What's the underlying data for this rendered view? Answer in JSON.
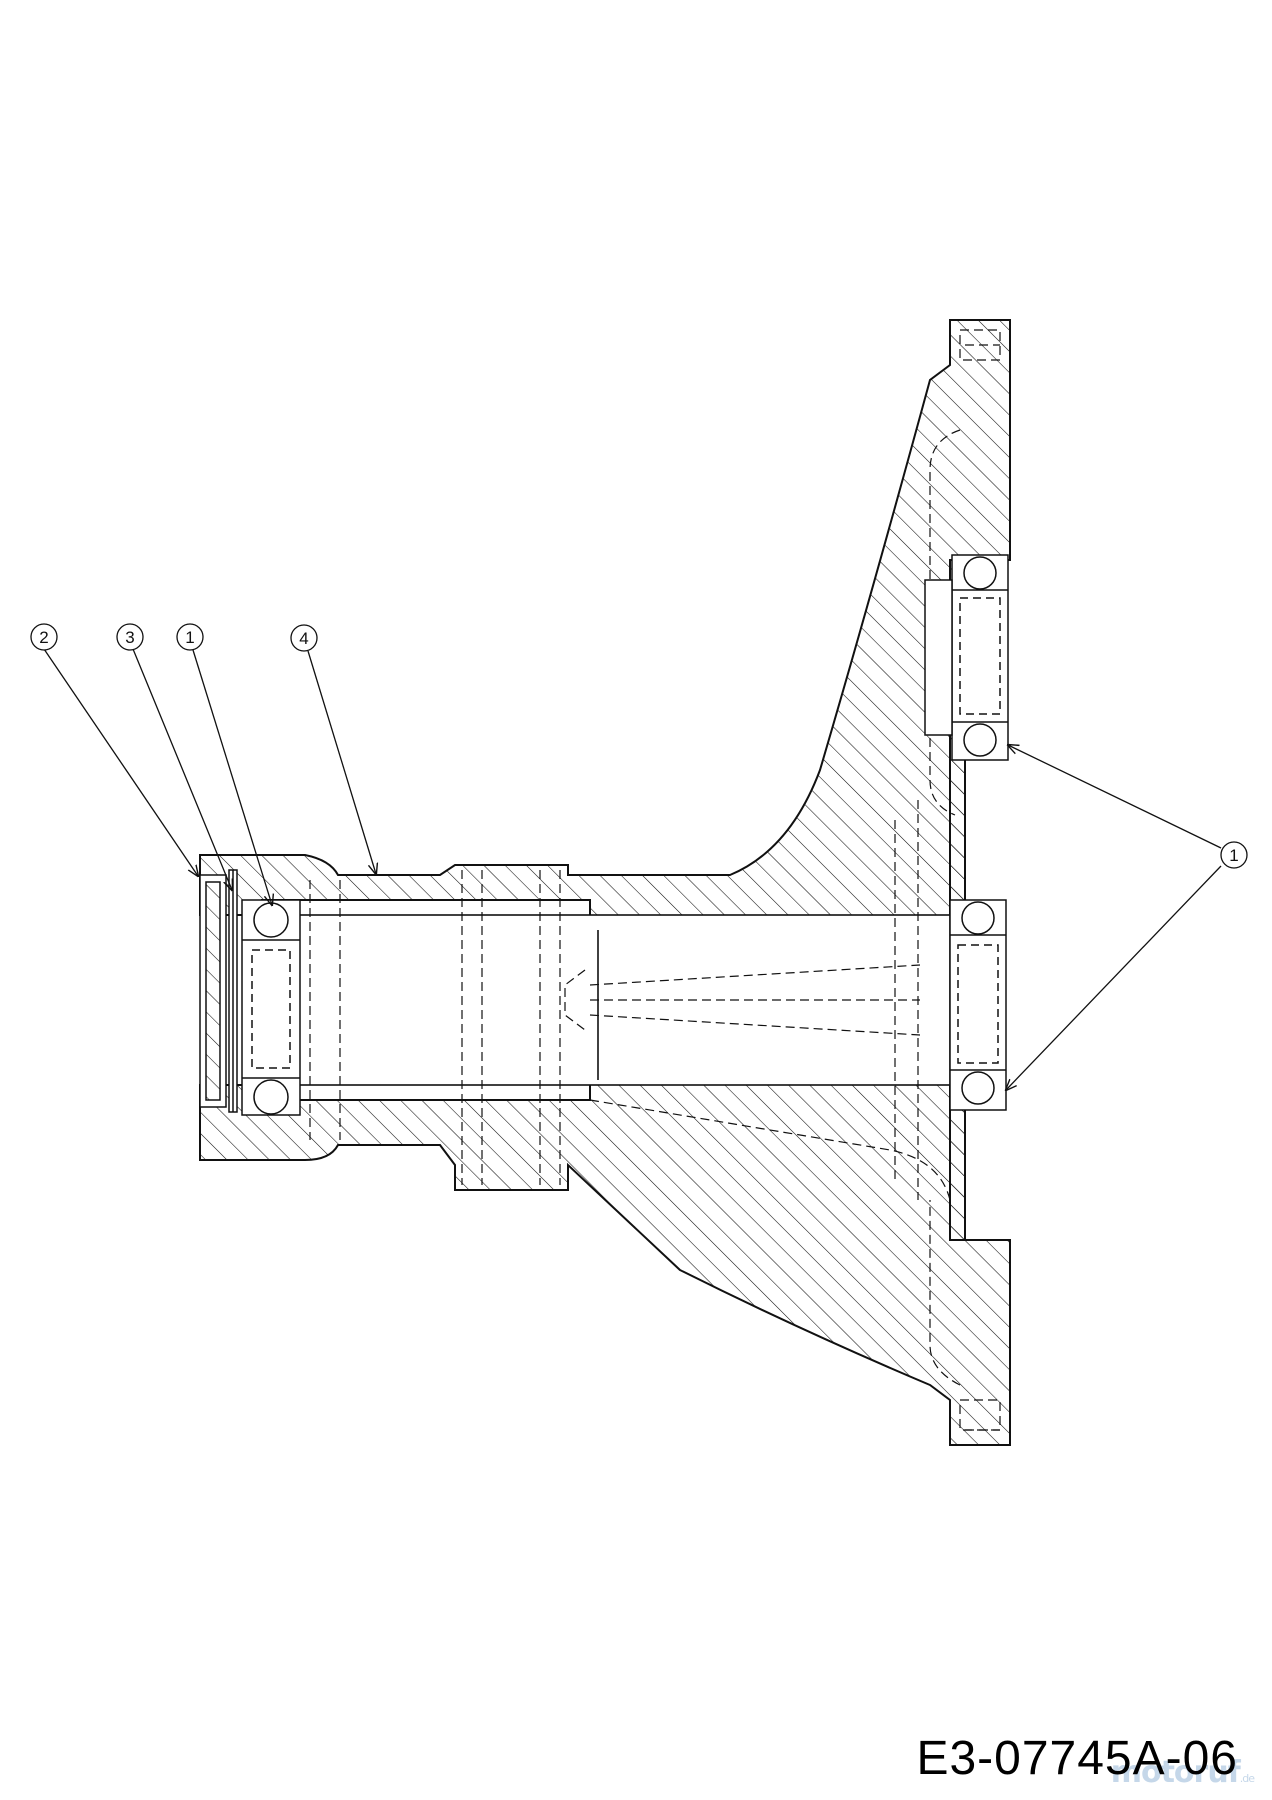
{
  "drawing": {
    "callouts": [
      {
        "id": "callout-2",
        "label": "2"
      },
      {
        "id": "callout-3",
        "label": "3"
      },
      {
        "id": "callout-1-left",
        "label": "1"
      },
      {
        "id": "callout-4",
        "label": "4"
      },
      {
        "id": "callout-1-right",
        "label": "1"
      }
    ]
  },
  "footer": {
    "doc_id": "E3-07745A-06",
    "watermark": "motoruf",
    "watermark_suffix": ".de"
  },
  "colors": {
    "line": "#111111",
    "background": "#ffffff",
    "watermark": "#7fa8cf"
  }
}
